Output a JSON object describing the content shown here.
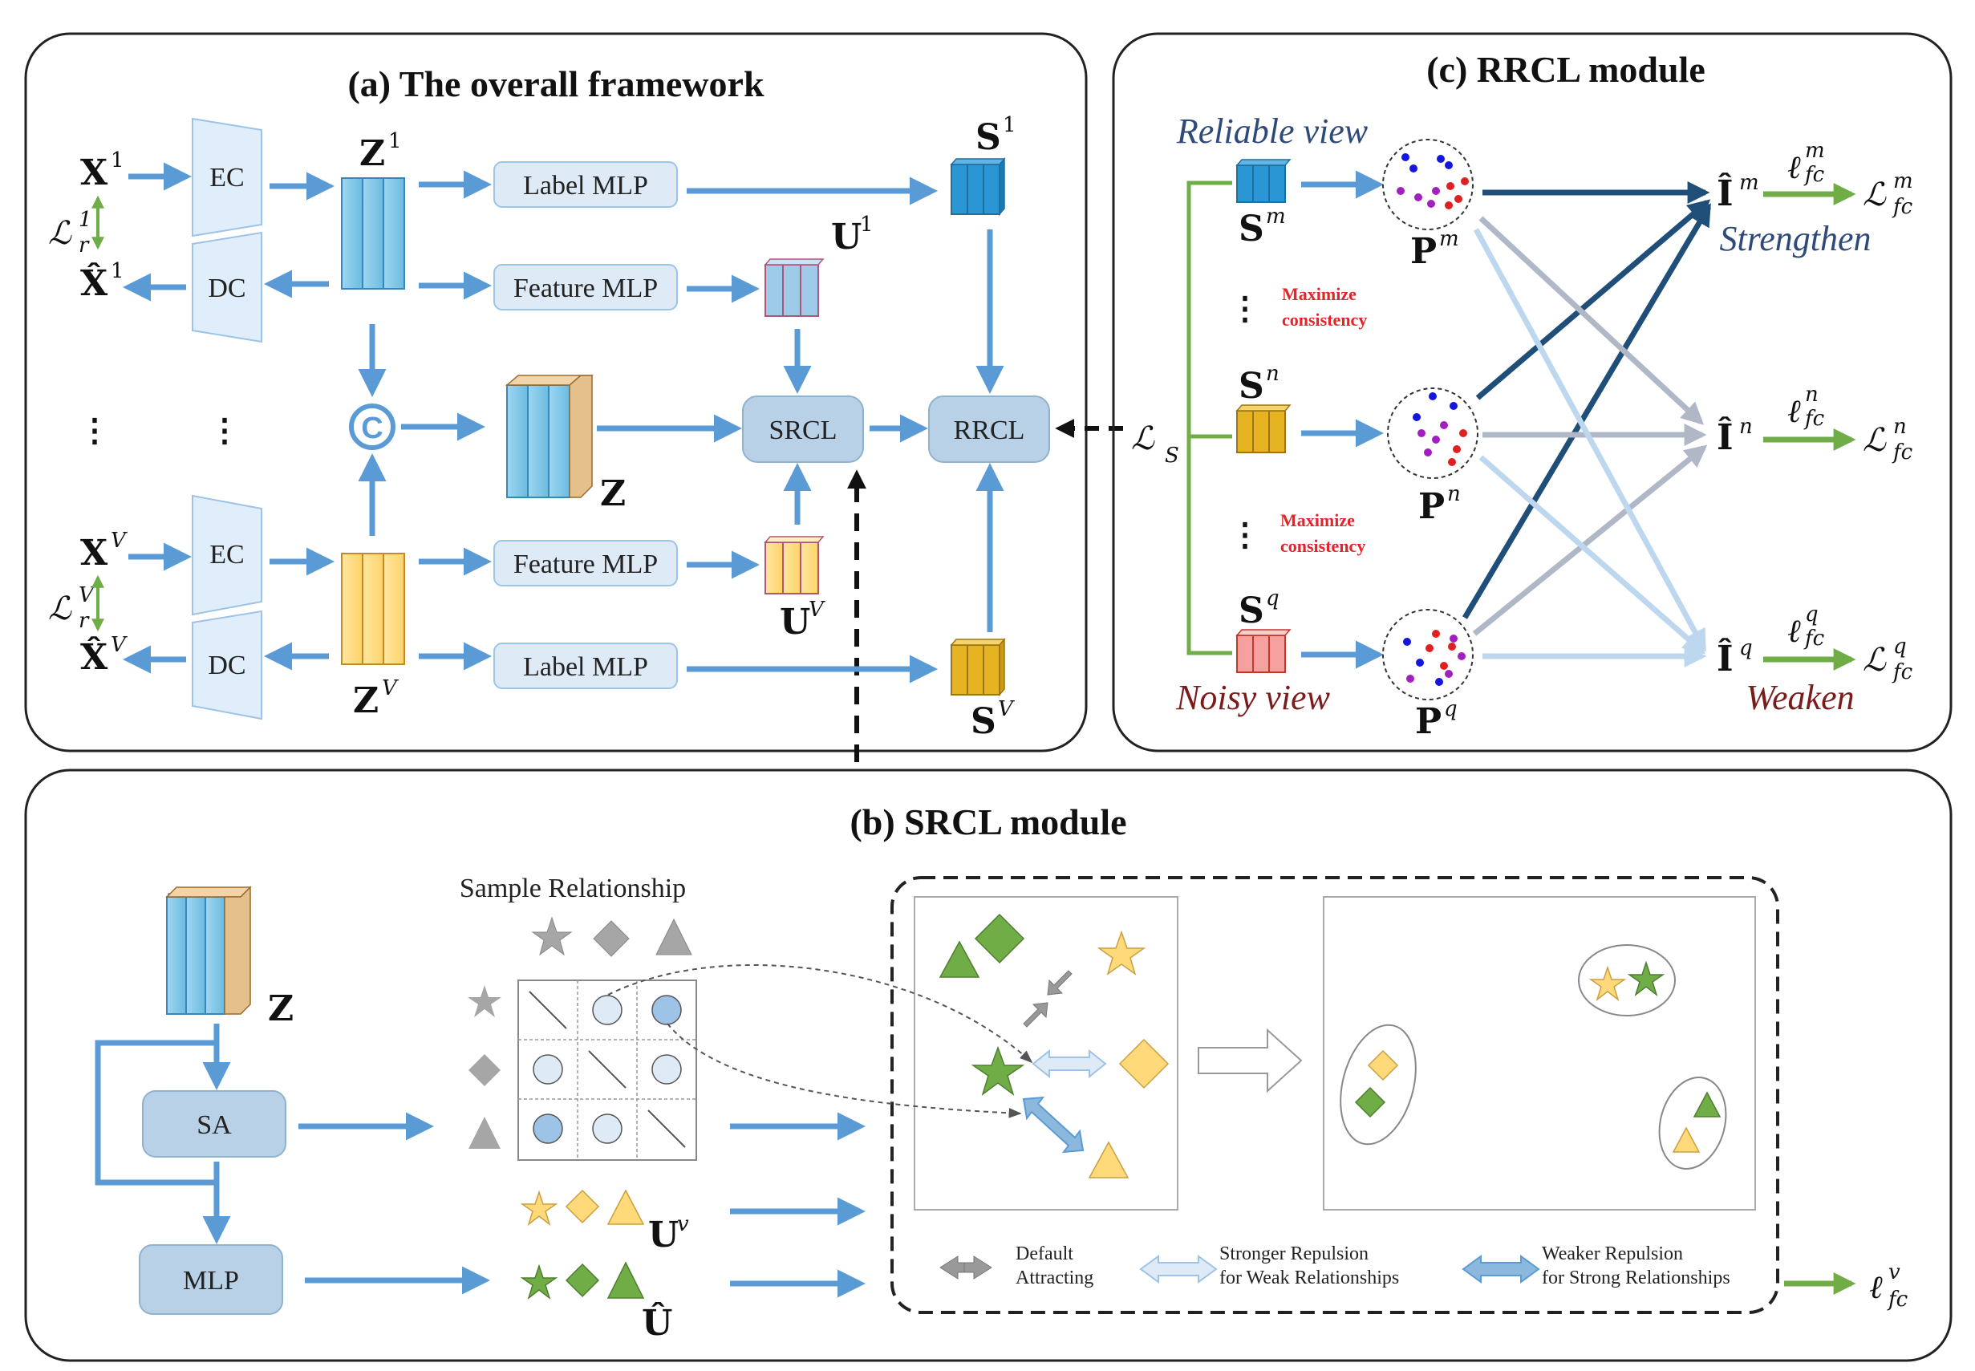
{
  "panel_a": {
    "title": "(a)  The overall framework",
    "x1": "X",
    "x1_sup": "1",
    "xv": "X",
    "xv_sup": "V",
    "x1hat": "X̂",
    "x1hat_sup": "1",
    "xvhat": "X̂",
    "xvhat_sup": "V",
    "lr1": "ℒ",
    "lr1_sub": "r",
    "lr1_sup": "1",
    "lrv": "ℒ",
    "lrv_sub": "r",
    "lrv_sup": "V",
    "ec_label": "EC",
    "dc_label": "DC",
    "z1": "Z",
    "z1_sup": "1",
    "zv": "Z",
    "zv_sup": "V",
    "z": "Z",
    "concat": "C",
    "label_mlp": "Label MLP",
    "feature_mlp": "Feature MLP",
    "s1": "S",
    "s1_sup": "1",
    "sv": "S",
    "sv_sup": "V",
    "u1": "U",
    "u1_sup": "1",
    "uv": "U",
    "uv_sup": "V",
    "srcl": "SRCL",
    "rrcl": "RRCL",
    "vdots": "⋮"
  },
  "panel_b": {
    "title": "(b)  SRCL module",
    "z": "Z",
    "sa": "SA",
    "mlp": "MLP",
    "sample_relationship": "Sample Relationship",
    "uv": "U",
    "uv_sup": "v",
    "uhat": "Û",
    "out": "ℓ",
    "out_sub": "fc",
    "out_sup": "v",
    "legend": {
      "attract_1": "Default",
      "attract_2": "Attracting",
      "strong_1": "Stronger Repulsion",
      "strong_2": "for Weak Relationships",
      "weak_1": "Weaker Repulsion",
      "weak_2": "for Strong Relationships"
    }
  },
  "panel_c": {
    "title": "(c)  RRCL module",
    "reliable_view": "Reliable view",
    "noisy_view": "Noisy view",
    "ls": "ℒ",
    "ls_sub": "S",
    "sm": "S",
    "sm_sup": "m",
    "sn": "S",
    "sn_sup": "n",
    "sq": "S",
    "sq_sup": "q",
    "pm": "P",
    "pm_sup": "m",
    "pn": "P",
    "pn_sup": "n",
    "pq": "P",
    "pq_sup": "q",
    "im": "Î",
    "im_sup": "m",
    "in": "Î",
    "in_sup": "n",
    "iq": "Î",
    "iq_sup": "q",
    "lfm": "ℓ",
    "lfm_sub": "fc",
    "lfm_sup": "m",
    "lfn": "ℓ",
    "lfn_sub": "fc",
    "lfn_sup": "n",
    "lfq": "ℓ",
    "lfq_sub": "fc",
    "lfq_sup": "q",
    "Lfm": "ℒ",
    "Lfm_sub": "fc",
    "Lfm_sup": "m",
    "Lfn": "ℒ",
    "Lfn_sub": "fc",
    "Lfn_sup": "n",
    "Lfq": "ℒ",
    "Lfq_sub": "fc",
    "Lfq_sup": "q",
    "maximize_1": "Maximize",
    "maximize_2": "consistency",
    "strengthen": "Strengthen",
    "weaken": "Weaken",
    "vdots": "⋮"
  },
  "colors": {
    "arrow_blue": "#5b9bd5",
    "green": "#70ad47",
    "blue_tensor": "#7ec8e8",
    "yellow_tensor": "#ffd97a",
    "dark_navy": "#1f4e79",
    "light_grey_arrow": "#b0b8c8",
    "light_blue_arrow": "#bdd7ee",
    "red_text": "#e3242b"
  }
}
